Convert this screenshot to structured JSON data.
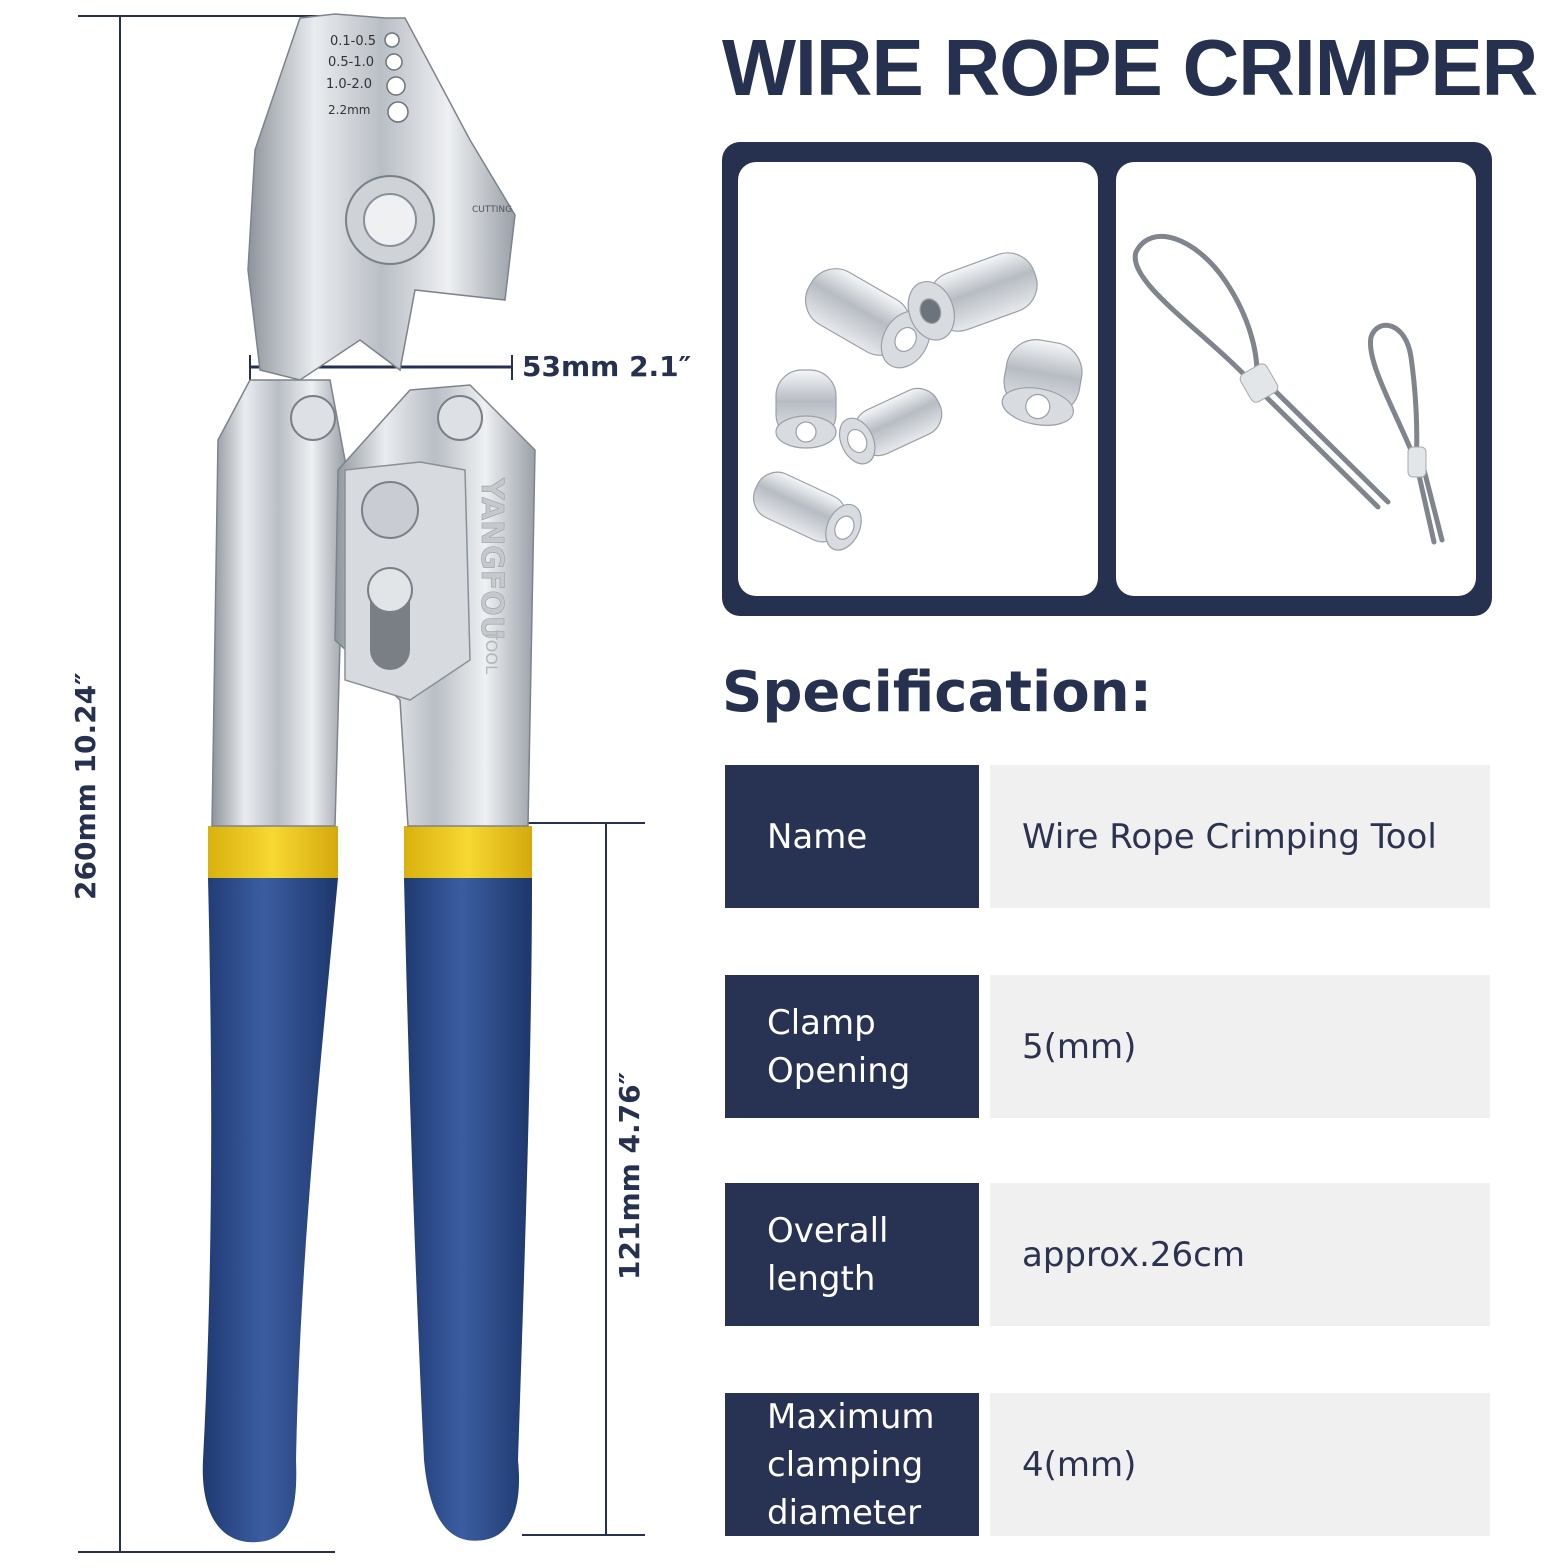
{
  "title": "WIRE ROPE CRIMPER",
  "dimensions": {
    "total_length": "260mm  10.24″",
    "jaw_width": "53mm  2.1″",
    "handle_length": "121mm  4.76″"
  },
  "tool_markings": {
    "hole_sizes": [
      "0.1-0.5",
      "0.5-1.0",
      "1.0-2.0",
      "2.2mm"
    ],
    "cutting": "CUTTING",
    "brand": "YANGFOU",
    "brand_suffix": "TOOL"
  },
  "spec_heading": "Specification:",
  "spec_rows": [
    {
      "key": "Name",
      "value": "Wire Rope Crimping Tool"
    },
    {
      "key": "Clamp Opening",
      "value": "5(mm)"
    },
    {
      "key": "Overall length",
      "value": "approx.26cm"
    },
    {
      "key": "Maximum clamping diameter",
      "value": "4(mm)"
    }
  ],
  "colors": {
    "navy": "#26304f",
    "handle_blue": "#2f4f8f",
    "handle_yellow": "#f2cc1a",
    "steel": "#c8cdd4",
    "panel_gray": "#f0f0f0"
  }
}
